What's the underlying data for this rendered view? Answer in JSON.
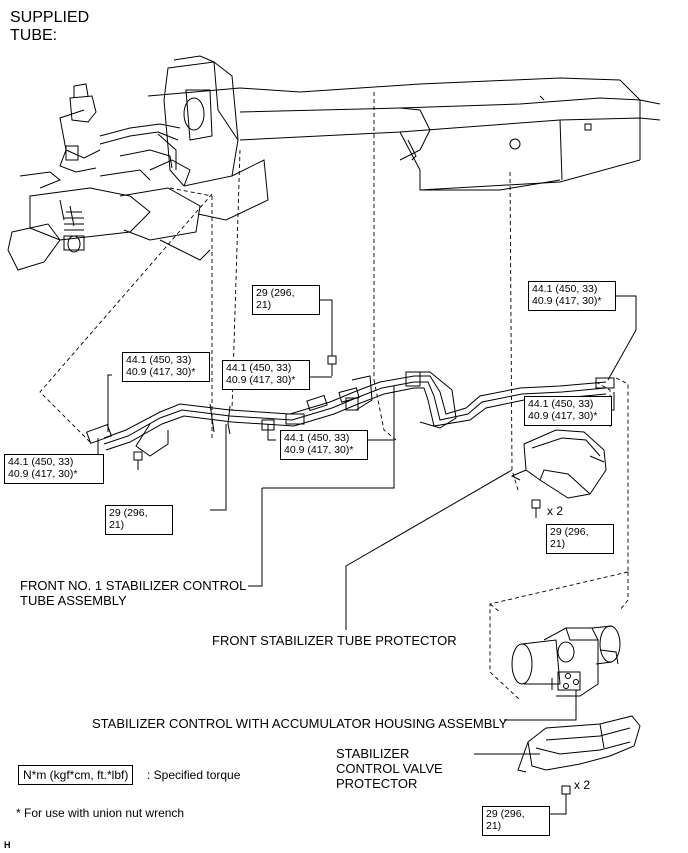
{
  "title_line1": "SUPPLIED",
  "title_line2": "TUBE:",
  "torques": {
    "t1": {
      "l1": "29 (296,",
      "l2": "21)"
    },
    "t2": {
      "l1": "44.1 (450, 33)",
      "l2": "40.9 (417, 30)*"
    },
    "t3": {
      "l1": "44.1 (450, 33)",
      "l2": "40.9 (417, 30)*"
    },
    "t4": {
      "l1": "44.1 (450, 33)",
      "l2": "40.9 (417, 30)*"
    },
    "t5": {
      "l1": "44.1 (450, 33)",
      "l2": "40.9 (417, 30)*"
    },
    "t6": {
      "l1": "44.1 (450, 33)",
      "l2": "40.9 (417, 30)*"
    },
    "t7": {
      "l1": "44.1 (450, 33)",
      "l2": "40.9 (417, 30)*"
    },
    "t8": {
      "l1": "29 (296,",
      "l2": "21)"
    },
    "t9": {
      "l1": "29 (296,",
      "l2": "21)"
    },
    "t10": {
      "l1": "29 (296,",
      "l2": "21)"
    }
  },
  "qty1": "x 2",
  "qty2": "x 2",
  "labels": {
    "front_tube_l1": "FRONT NO. 1 STABILIZER CONTROL",
    "front_tube_l2": "TUBE ASSEMBLY",
    "tube_protector": "FRONT STABILIZER TUBE PROTECTOR",
    "control_housing": "STABILIZER CONTROL WITH ACCUMULATOR HOUSING ASSEMBLY",
    "valve_l1": "STABILIZER",
    "valve_l2": "CONTROL VALVE",
    "valve_l3": "PROTECTOR"
  },
  "legend": {
    "unit_box": "N*m (kgf*cm, ft.*lbf)",
    "unit_desc": ": Specified torque",
    "footnote": "* For use with union nut wrench"
  },
  "corner_mark": "H"
}
